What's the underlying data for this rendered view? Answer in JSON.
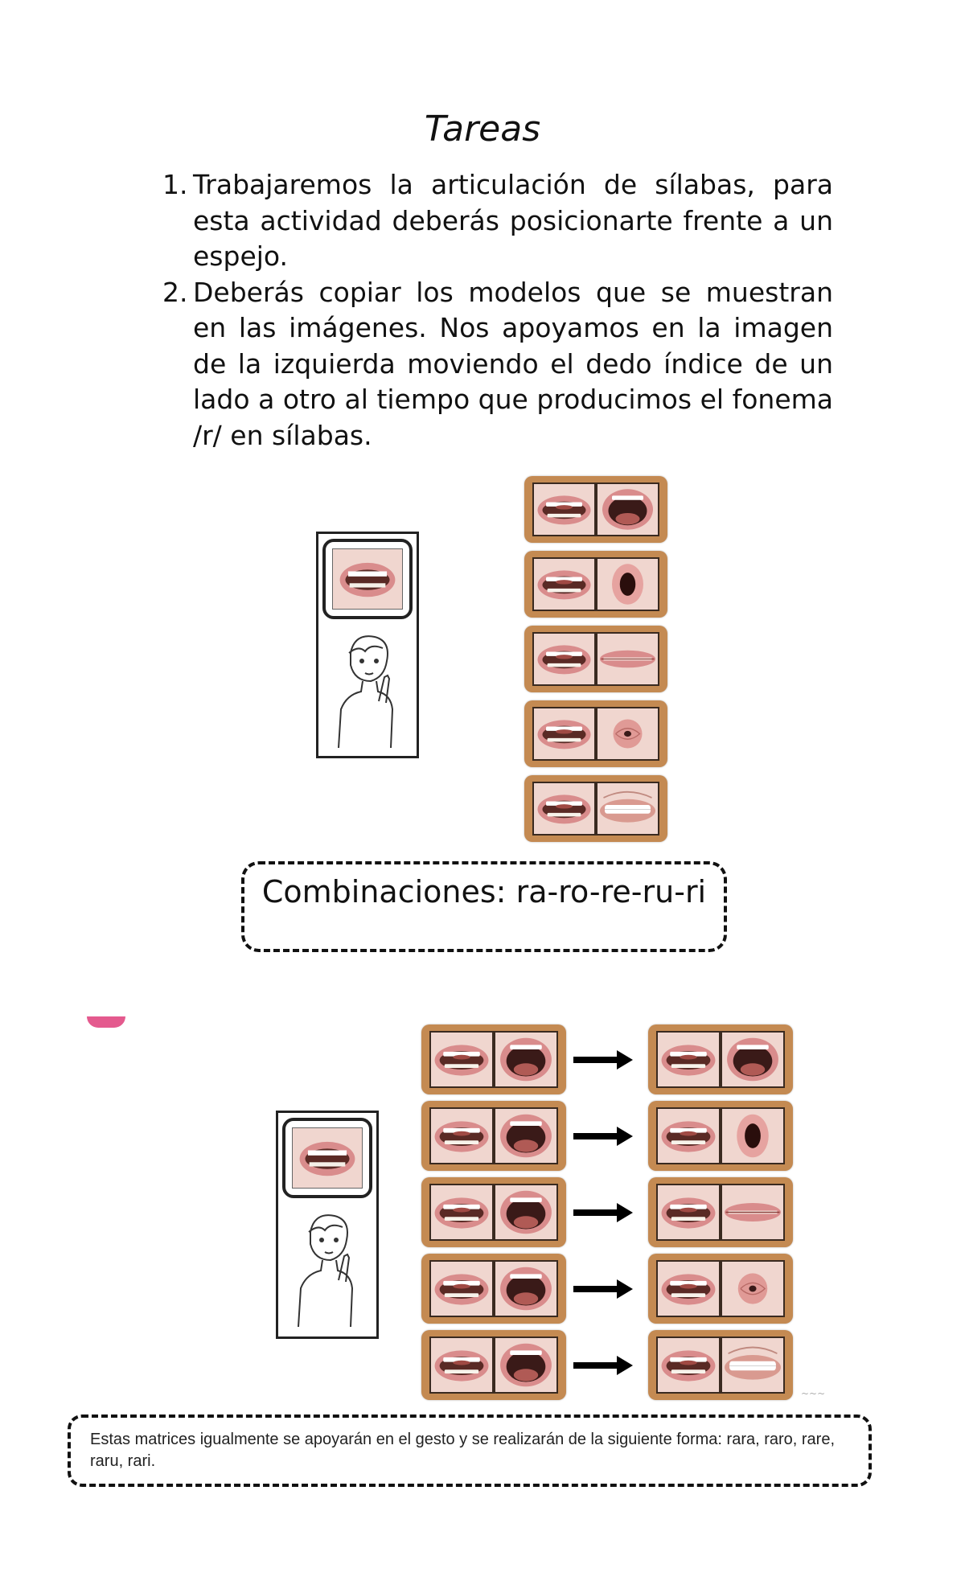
{
  "title": "Tareas",
  "tasks": [
    {
      "number": "1.",
      "text": "Trabajaremos la articulación de sílabas, para esta actividad deberás posicionarte frente a un espejo."
    },
    {
      "number": "2.",
      "text": "Deberás copiar los modelos que se muestran en las imágenes. Nos apoyamos en la imagen de la izquierda moviendo el dedo índice de un lado a otro al tiempo que producimos el fonema /r/ en sílabas."
    }
  ],
  "figure1": {
    "rows": [
      {
        "left": "tongue-r",
        "right": "open-a"
      },
      {
        "left": "tongue-r",
        "right": "round-o"
      },
      {
        "left": "tongue-r",
        "right": "spread-e"
      },
      {
        "left": "tongue-r",
        "right": "pucker-u"
      },
      {
        "left": "tongue-r",
        "right": "smile-i"
      }
    ]
  },
  "combinations": "Combinaciones: ra-ro-re-ru-ri",
  "figure2": {
    "rows": [
      {
        "from": [
          "tongue-r",
          "open-a"
        ],
        "to": [
          "tongue-r",
          "open-a"
        ]
      },
      {
        "from": [
          "tongue-r",
          "open-a"
        ],
        "to": [
          "tongue-r",
          "round-o"
        ]
      },
      {
        "from": [
          "tongue-r",
          "open-a"
        ],
        "to": [
          "tongue-r",
          "spread-e"
        ]
      },
      {
        "from": [
          "tongue-r",
          "open-a"
        ],
        "to": [
          "tongue-r",
          "pucker-u"
        ]
      },
      {
        "from": [
          "tongue-r",
          "open-a"
        ],
        "to": [
          "tongue-r",
          "smile-i"
        ]
      }
    ]
  },
  "note": "Estas matrices igualmente se apoyarán en el gesto y se realizarán de la siguiente forma: rara, raro, rare, raru, rari.",
  "colors": {
    "frame": "#c48a52",
    "lips": "#d98c8c",
    "pink": "#e45a8e"
  }
}
